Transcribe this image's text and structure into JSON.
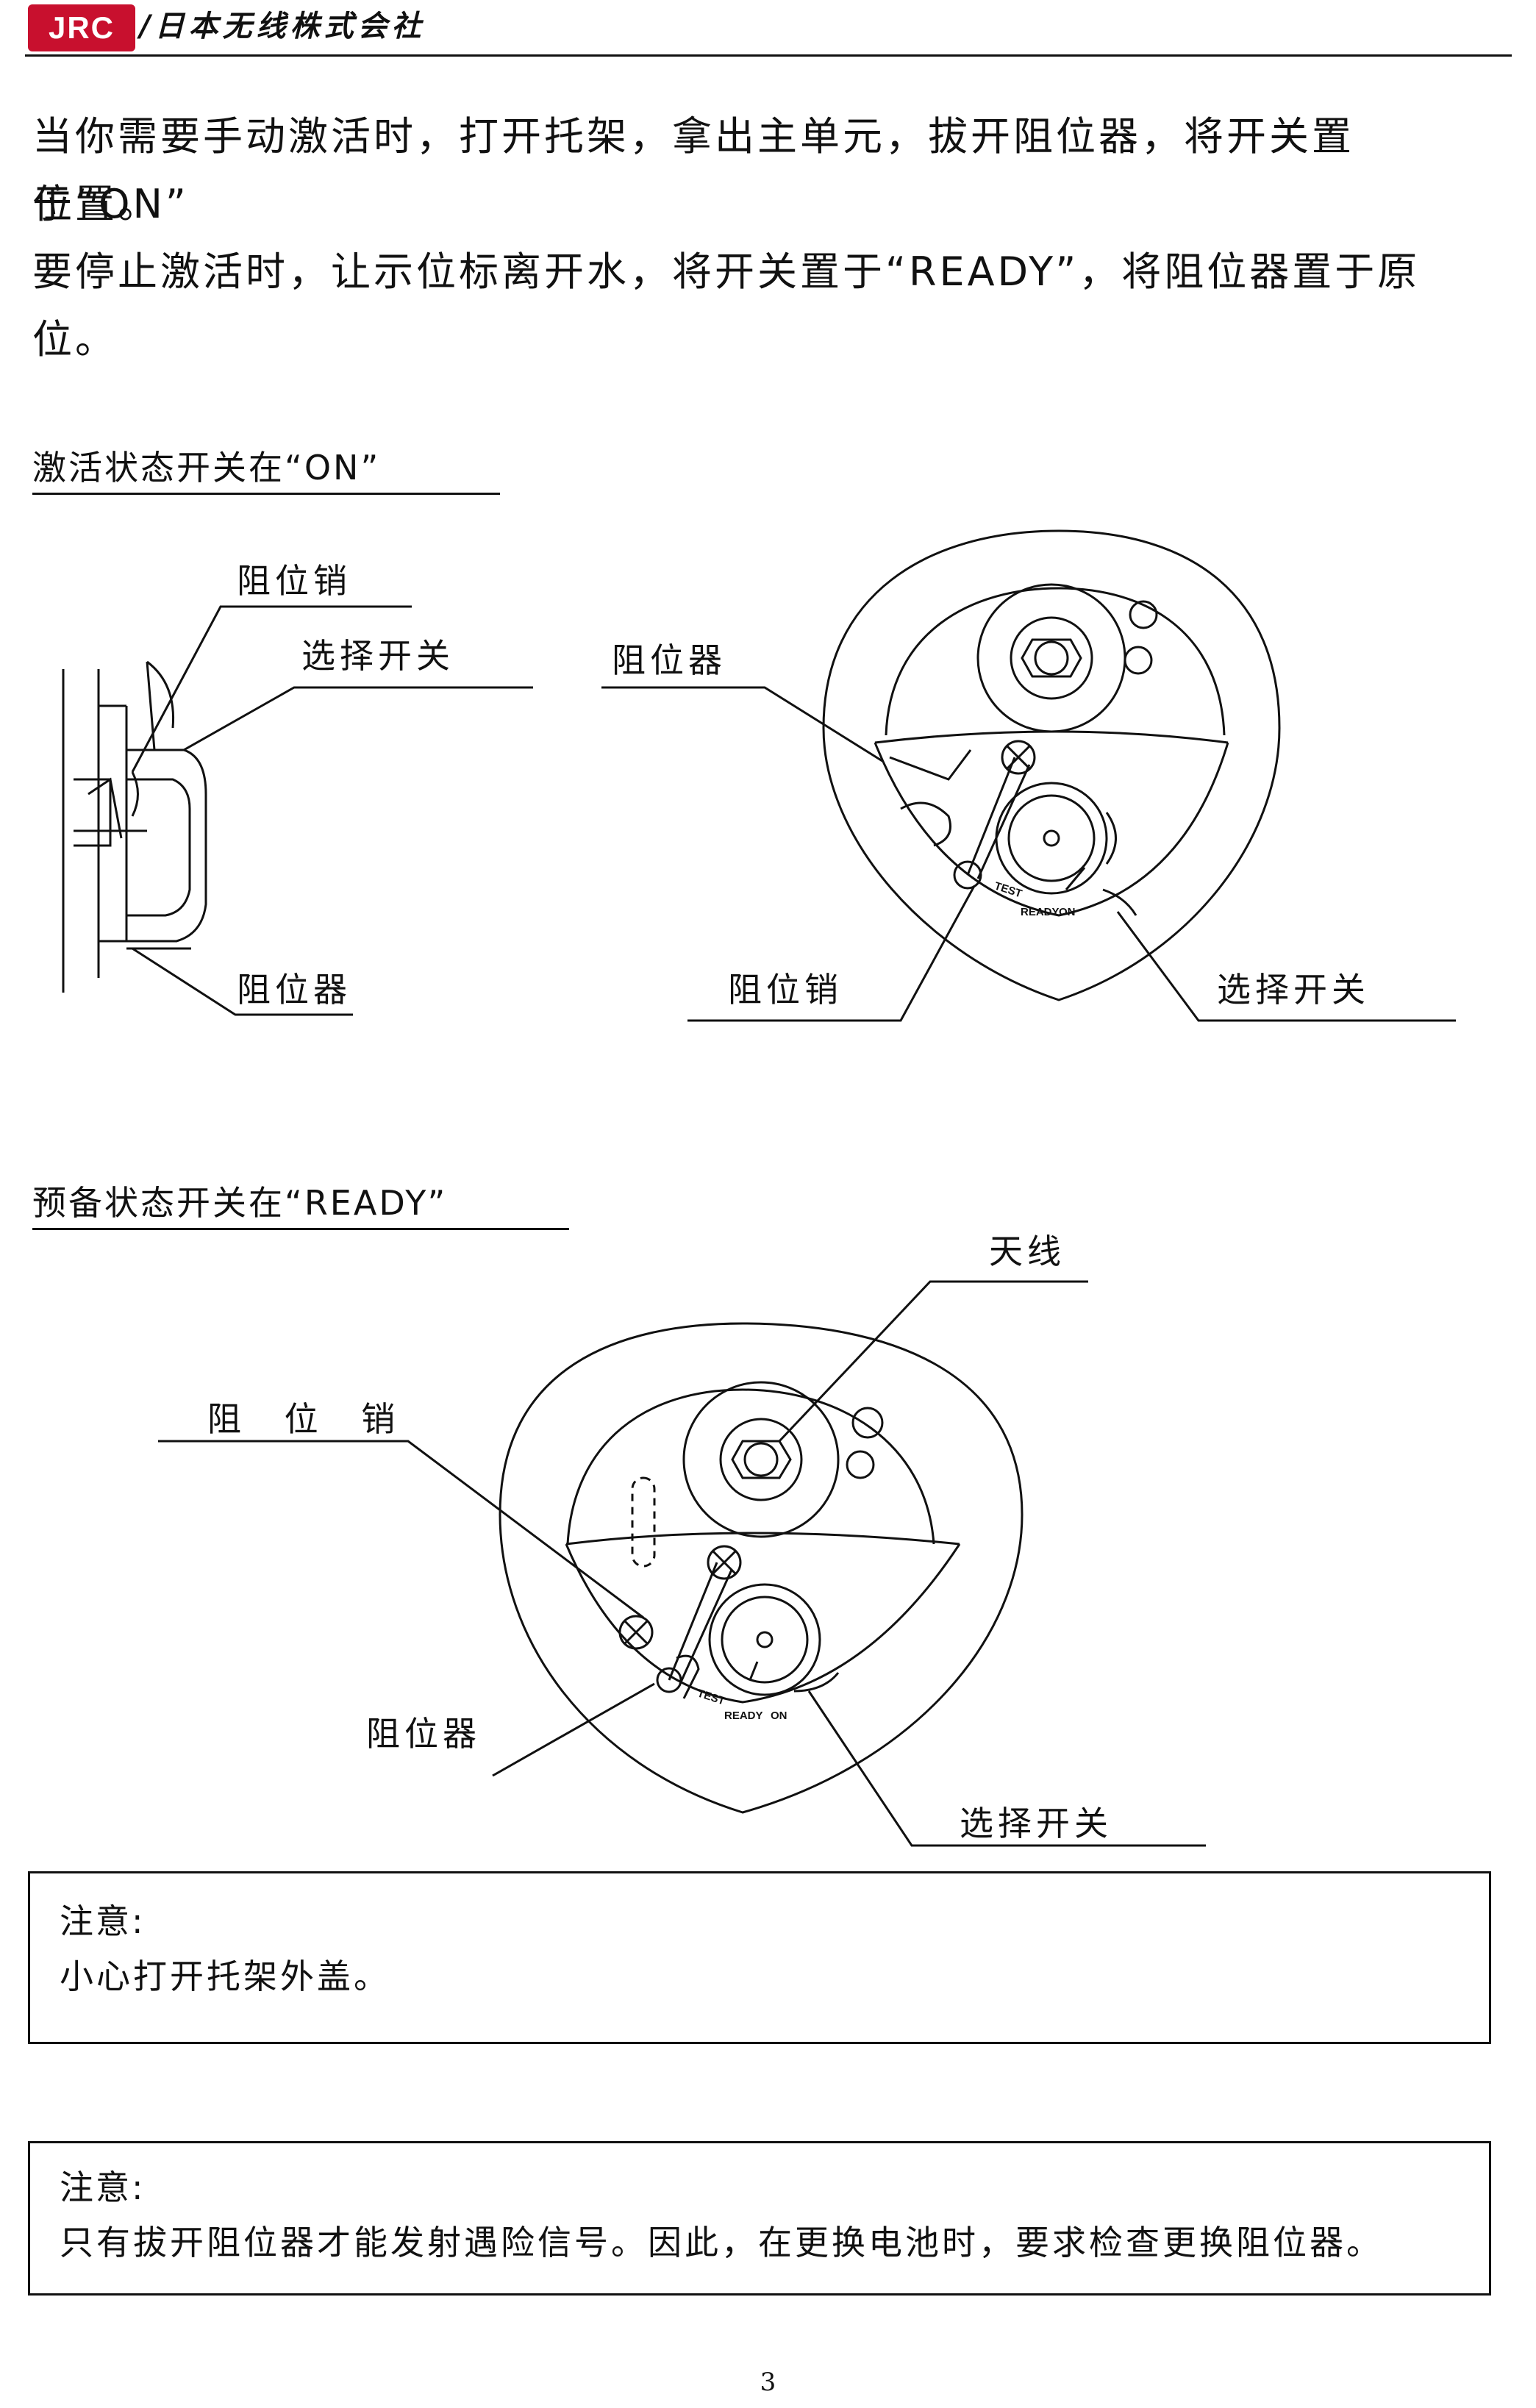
{
  "header": {
    "logo_text": "JRC",
    "company": "/日本无线株式会社"
  },
  "intro": {
    "line1": "当你需要手动激活时，打开托架，拿出主单元，拔开阻位器，将开关置于“ON”",
    "line2": "位置。",
    "line3": "要停止激活时，让示位标离开水，将开关置于“READY”，将阻位器置于原",
    "line4": "位。"
  },
  "figure_on": {
    "heading": "激活状态开关在“ON”",
    "side_labels": {
      "pin": "阻位销",
      "selector": "选择开关",
      "stopper": "阻位器"
    },
    "top_labels": {
      "stopper": "阻位器",
      "pin": "阻位销",
      "selector": "选择开关"
    },
    "dial_marks": [
      "TEST",
      "READY",
      "ON"
    ]
  },
  "figure_ready": {
    "heading": "预备状态开关在“READY”",
    "labels": {
      "antenna": "天线",
      "pin": "阻 位 销",
      "stopper": "阻位器",
      "selector": "选择开关"
    },
    "dial_marks": [
      "TEST",
      "READY",
      "ON"
    ]
  },
  "notes": [
    {
      "title": "注意:",
      "body": "小心打开托架外盖。"
    },
    {
      "title": "注意:",
      "body": "只有拔开阻位器才能发射遇险信号。因此，在更换电池时，要求检查更换阻位器。"
    }
  ],
  "page_number": "3"
}
